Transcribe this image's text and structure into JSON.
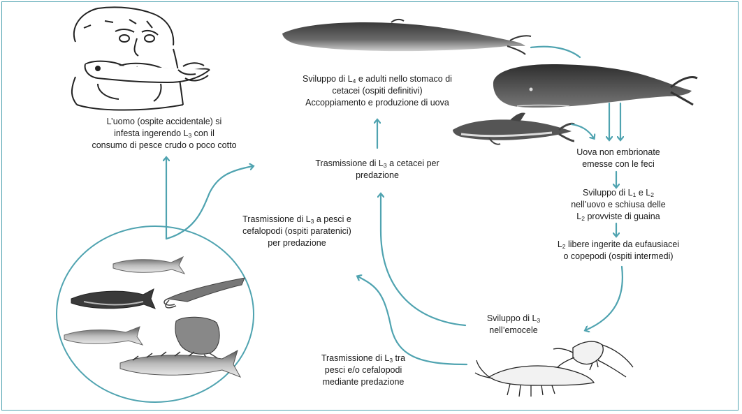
{
  "labels": {
    "human_l1": "L’uomo (ospite accidentale) si",
    "human_l2a": "infesta ingerendo L",
    "human_l2_sub": "3",
    "human_l2b": " con il",
    "human_l3": "consumo di pesce crudo o poco cotto",
    "cetacei_l1a": "Sviluppo di L",
    "cetacei_l1_sub": "4",
    "cetacei_l1b": " e adulti nello stomaco di",
    "cetacei_l2": "cetacei (ospiti definitivi)",
    "cetacei_l3": "Accoppiamento e produzione di uova",
    "trasm_cet_l1a": "Trasmissione di L",
    "trasm_cet_l1_sub": "3",
    "trasm_cet_l1b": " a cetacei per",
    "trasm_cet_l2": "predazione",
    "trasm_pesci_l1a": "Trasmissione di L",
    "trasm_pesci_l1_sub": "3",
    "trasm_pesci_l1b": " a pesci e",
    "trasm_pesci_l2": "cefalopodi (ospiti paratenici)",
    "trasm_pesci_l3": "per predazione",
    "uova_l1": "Uova non embrionate",
    "uova_l2": "emesse con le feci",
    "svil_l1a": "Sviluppo di L",
    "svil_l1_sub1": "1",
    "svil_l1b": " e L",
    "svil_l1_sub2": "2",
    "svil_l2": "nell’uovo e schiusa delle",
    "svil_l3a": "L",
    "svil_l3_sub": "2",
    "svil_l3b": " provviste di guaina",
    "libere_l1a": "L",
    "libere_l1_sub": "2",
    "libere_l1b": " libere ingerite da eufausiacei",
    "libere_l2": "o copepodi (ospiti intermedi)",
    "emocele_l1a": "Sviluppo di L",
    "emocele_l1_sub": "3",
    "emocele_l2": "nell’emocele",
    "tra_pesci_l1a": "Trasmissione di L",
    "tra_pesci_l1_sub": "3",
    "tra_pesci_l1b": " tra",
    "tra_pesci_l2": "pesci e/o cefalopodi",
    "tra_pesci_l3": "mediante predazione"
  },
  "colors": {
    "arrow": "#4fa3b0",
    "frame": "#4fa3b0",
    "text": "#1a1a1a"
  },
  "icons": [
    "human-eating-fish-illustration",
    "baleen-whale-illustration",
    "sperm-whale-illustration",
    "dolphin-illustration",
    "fish-and-cephalopods-illustration",
    "krill-and-copepod-illustration"
  ]
}
